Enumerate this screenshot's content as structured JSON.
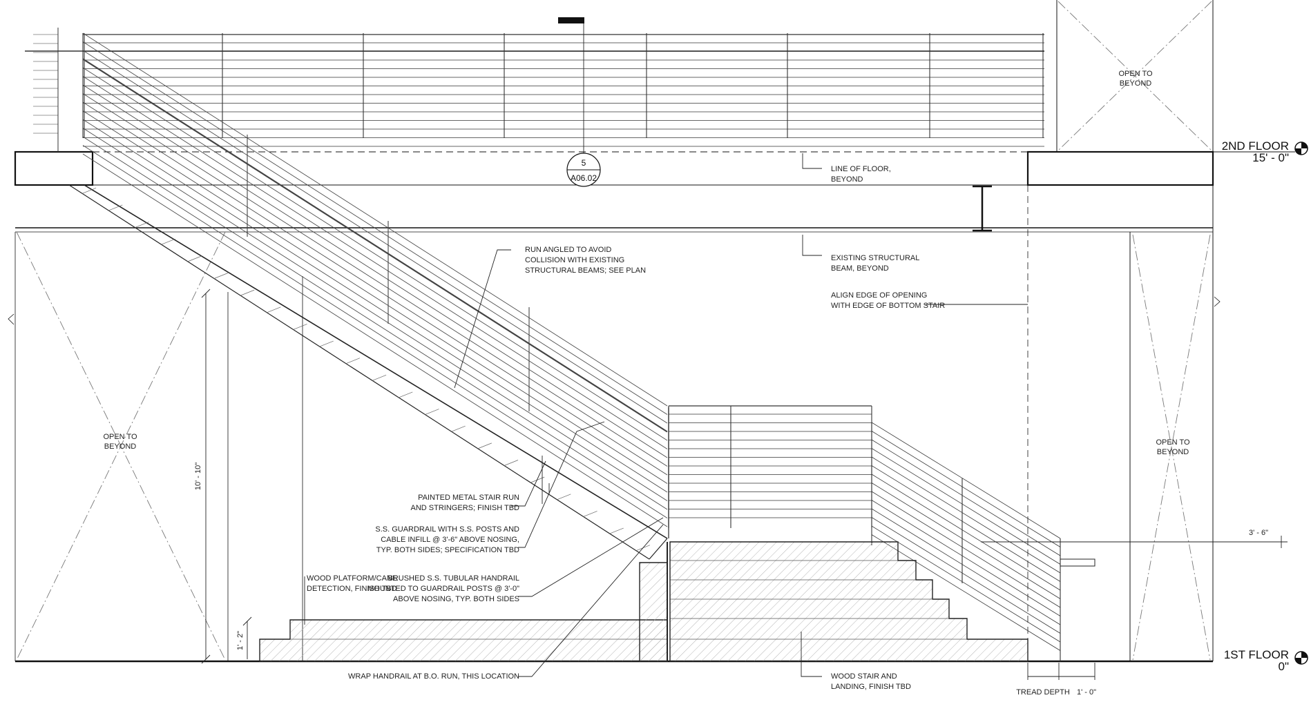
{
  "levels": {
    "second_floor": {
      "name": "2ND FLOOR",
      "elevation": "15' - 0\""
    },
    "first_floor": {
      "name": "1ST FLOOR",
      "elevation": "0\""
    }
  },
  "section_tag": {
    "number": "5",
    "sheet": "A06.02"
  },
  "open_to_beyond": [
    "OPEN TO",
    "BEYOND"
  ],
  "notes": {
    "line_of_floor": [
      "LINE OF FLOOR,",
      "BEYOND"
    ],
    "structural_beam": [
      "EXISTING STRUCTURAL",
      "BEAM, BEYOND"
    ],
    "align_edge": [
      "ALIGN EDGE OF OPENING",
      "WITH EDGE OF BOTTOM STAIR"
    ],
    "run_angled": [
      "RUN ANGLED TO AVOID",
      "COLLISION WITH EXISTING",
      "STRUCTURAL BEAMS; SEE PLAN"
    ],
    "painted_metal": [
      "PAINTED METAL STAIR RUN",
      "AND STRINGERS; FINISH TBD"
    ],
    "guardrail": [
      "S.S. GUARDRAIL WITH S.S. POSTS AND",
      "CABLE INFILL @ 3'-6\" ABOVE NOSING,",
      "TYP. BOTH SIDES; SPECIFICATION TBD"
    ],
    "handrail": [
      "BRUSHED S.S. TUBULAR HANDRAIL",
      "MOUNTED TO GUARDRAIL POSTS @ 3'-0\"",
      "ABOVE NOSING, TYP. BOTH SIDES"
    ],
    "wood_platform": [
      "WOOD PLATFORM/CANE",
      "DETECTION, FINISH TBD"
    ],
    "wrap_handrail": [
      "WRAP HANDRAIL AT B.O. RUN, THIS LOCATION"
    ],
    "wood_stair": [
      "WOOD STAIR AND",
      "LANDING, FINISH TBD"
    ]
  },
  "dimensions": {
    "height_10_10": "10' - 10\"",
    "height_1_2": "1' - 2\"",
    "rail_height": "3' - 6\"",
    "tread_depth": "TREAD DEPTH",
    "one_foot": "1' - 0\""
  }
}
